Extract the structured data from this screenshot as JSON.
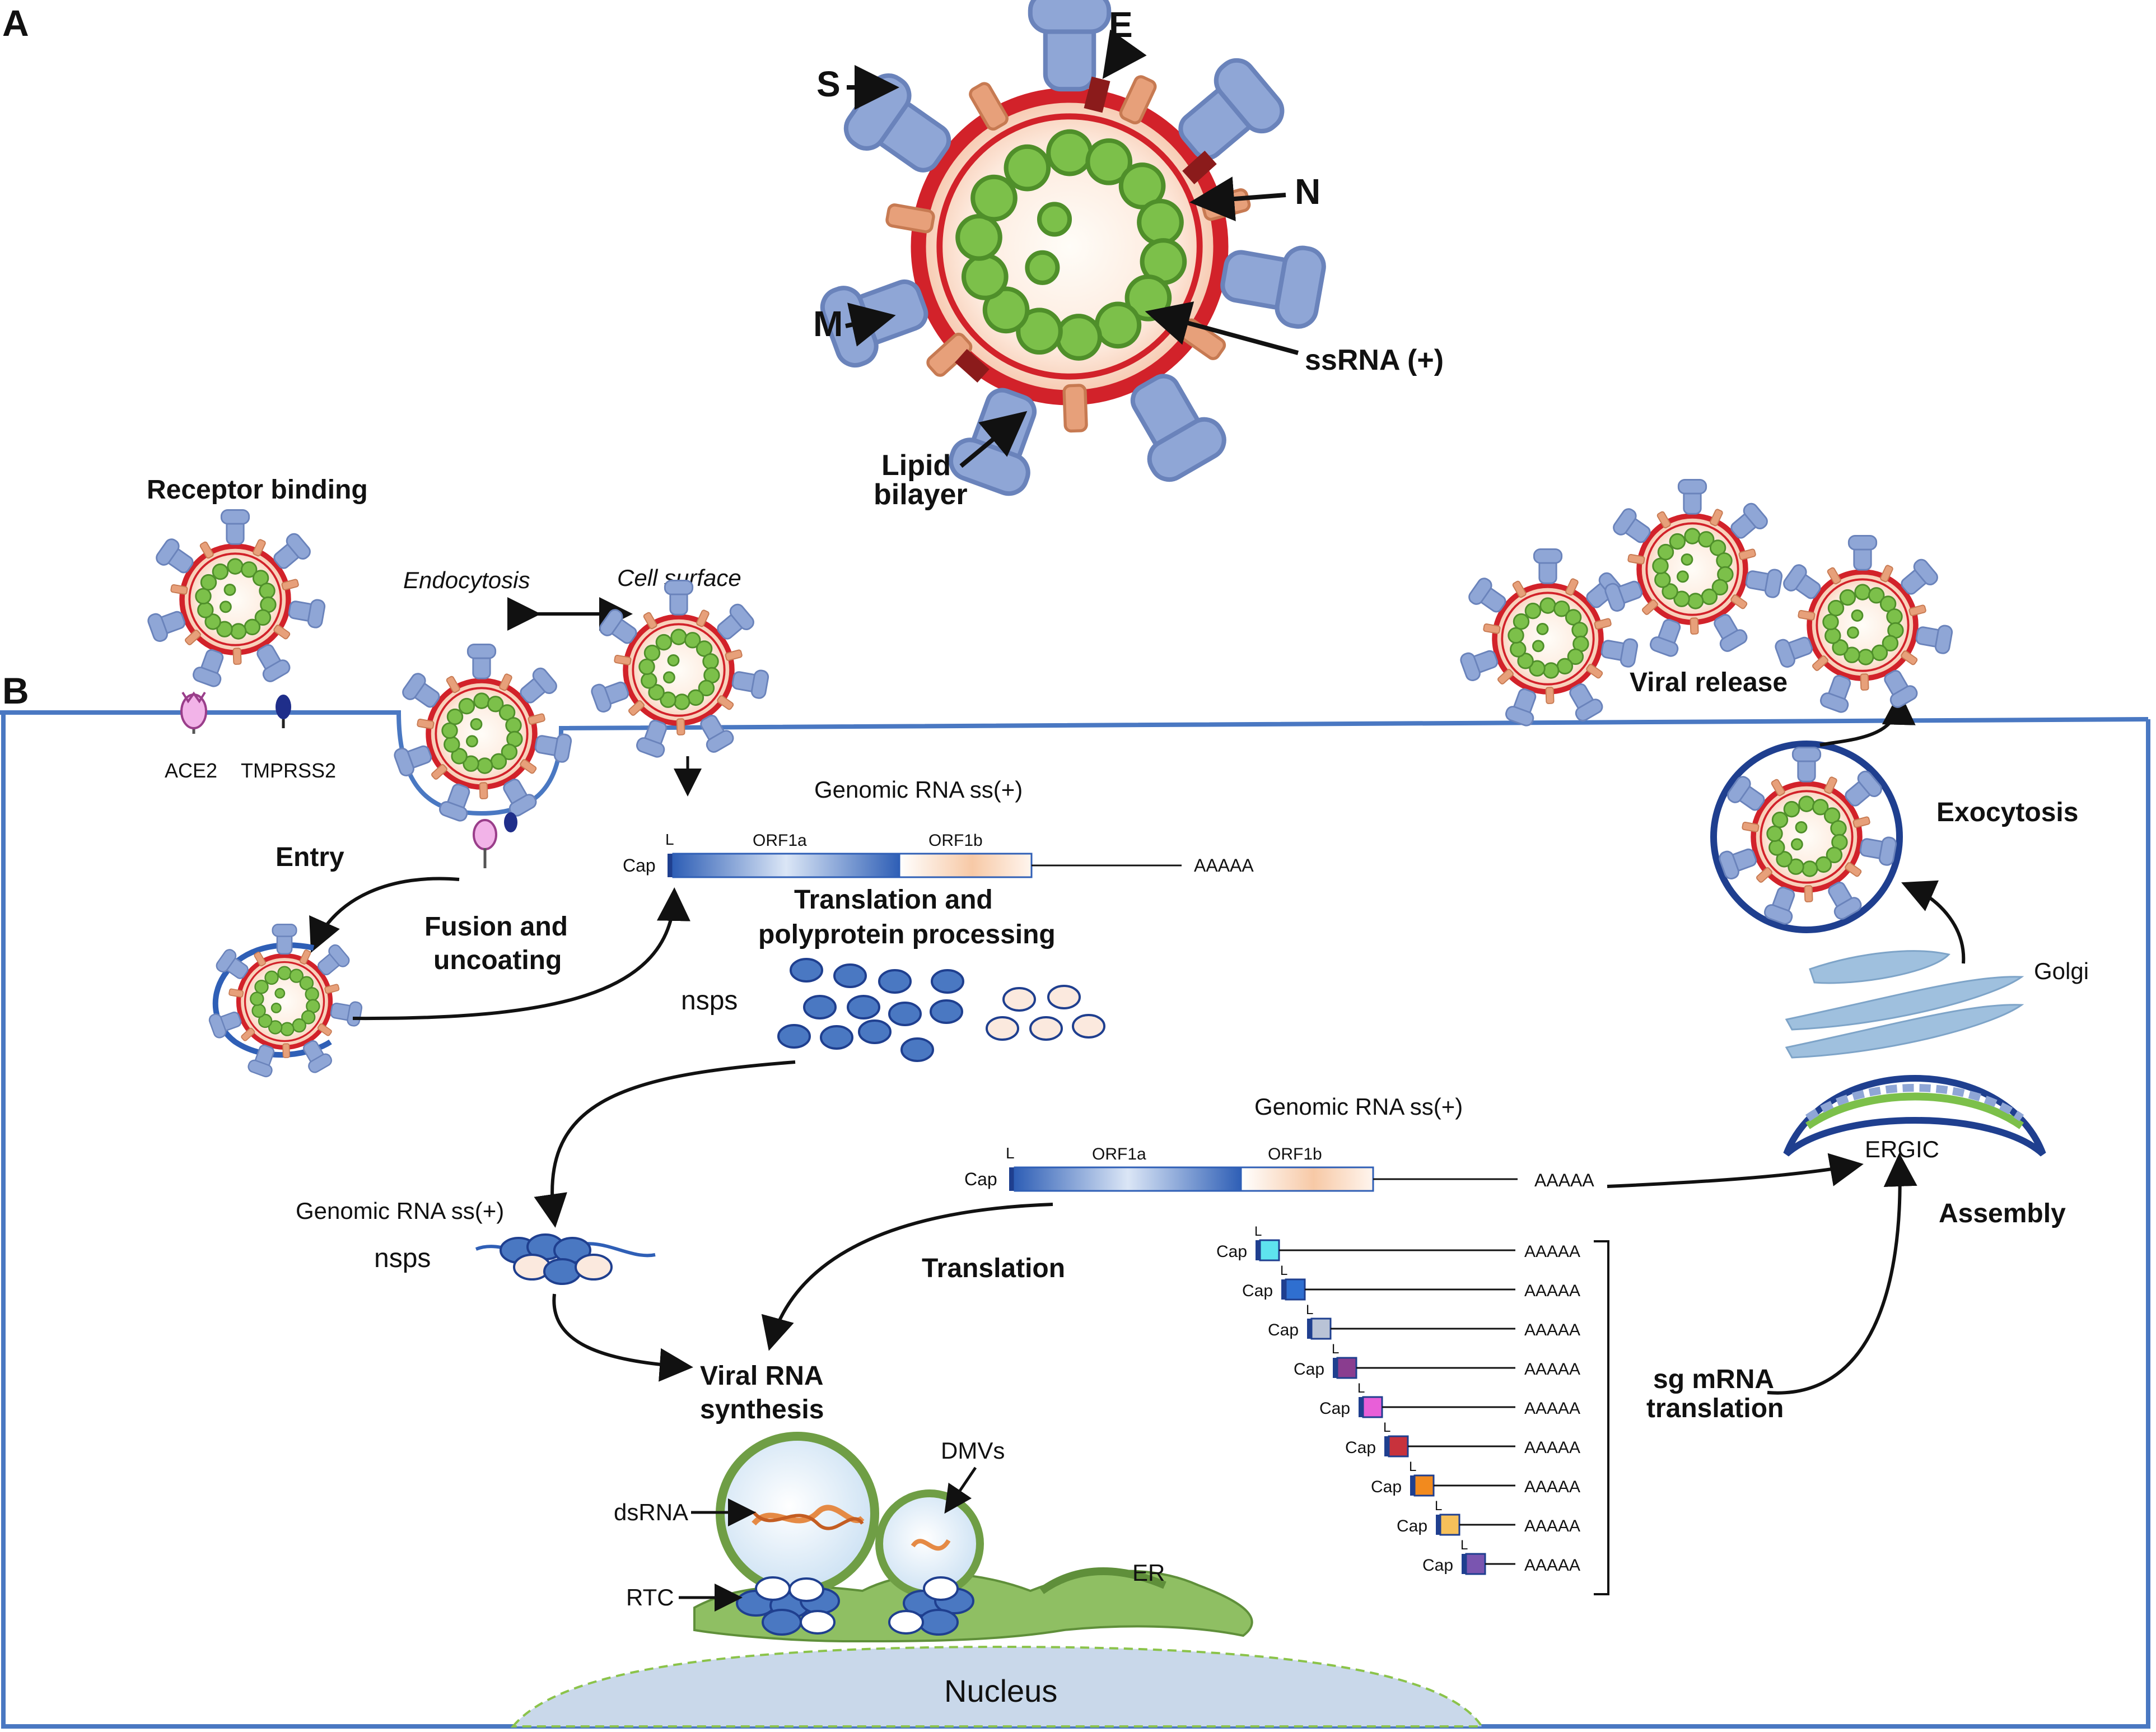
{
  "panels": {
    "a": "A",
    "b": "B"
  },
  "virion_labels": {
    "s": "S",
    "e": "E",
    "n": "N",
    "m": "M",
    "ssrna": "ssRNA (+)",
    "lipid_line1": "Lipid",
    "lipid_line2": "bilayer"
  },
  "entry": {
    "receptor_binding": "Receptor binding",
    "endocytosis": "Endocytosis",
    "cell_surface": "Cell surface",
    "ace2": "ACE2",
    "tmprss2": "TMPRSS2",
    "entry": "Entry",
    "fusion_line1": "Fusion and",
    "fusion_line2": "uncoating"
  },
  "genome_top": {
    "title": "Genomic RNA ss(+)",
    "cap": "Cap",
    "l": "L",
    "orf1a": "ORF1a",
    "orf1b": "ORF1b",
    "polya": "AAAAA"
  },
  "translation_processing": {
    "line1": "Translation and",
    "line2": "polyprotein processing",
    "nsps": "nsps"
  },
  "replication": {
    "genomic_label": "Genomic RNA ss(+)",
    "nsps": "nsps",
    "viral_rna_line1": "Viral RNA",
    "viral_rna_line2": "synthesis",
    "dsrna": "dsRNA",
    "rtc": "RTC",
    "dmvs": "DMVs",
    "er": "ER",
    "nucleus": "Nucleus"
  },
  "genome_mid": {
    "title": "Genomic RNA ss(+)",
    "cap": "Cap",
    "l": "L",
    "orf1a": "ORF1a",
    "orf1b": "ORF1b",
    "polya": "AAAAA",
    "translation": "Translation"
  },
  "sg_mrnas": {
    "cap": "Cap",
    "l": "L",
    "polya": "AAAAA",
    "label_line1": "sg mRNA",
    "label_line2": "translation",
    "orf_colors": [
      "#5ee3ee",
      "#2f6fd0",
      "#b9c3d6",
      "#8a3d8f",
      "#e85fd8",
      "#c8323c",
      "#f28a1e",
      "#f6c05a",
      "#7a55b0"
    ]
  },
  "egress": {
    "viral_release": "Viral release",
    "exocytosis": "Exocytosis",
    "golgi": "Golgi",
    "ergic": "ERGIC",
    "assembly": "Assembly"
  },
  "colors": {
    "membrane": "#4a78c2",
    "spike": "#8fa6d6",
    "envelope_red": "#d2222a",
    "n_protein": "#7cc04a",
    "m_protein": "#e7a07a",
    "dmv_green": "#7fae55",
    "nucleus_fill": "#c9d8ea",
    "nsp_blue": "#4a78c2"
  }
}
